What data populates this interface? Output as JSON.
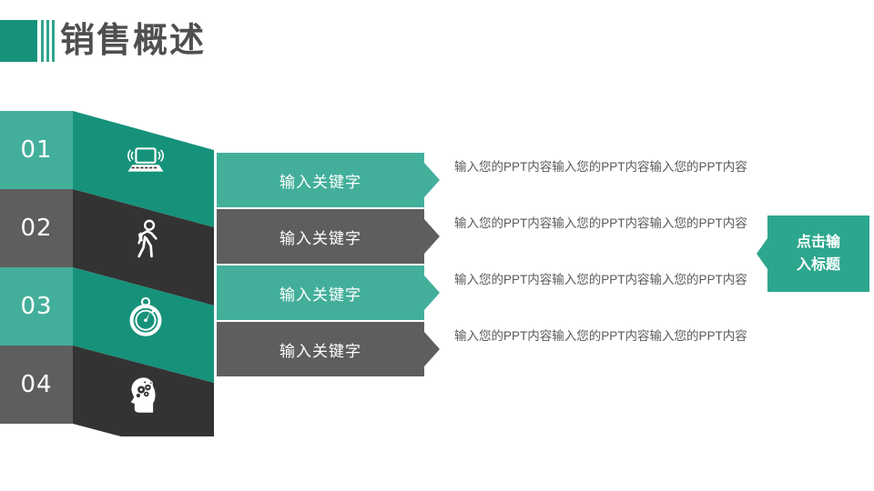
{
  "slide": {
    "title": "销售概述",
    "background_color": "#FFFFFF"
  },
  "theme": {
    "teal_light": "#43AF9B",
    "teal_dark": "#16927A",
    "teal_accent": "#2CA78E",
    "gray_medium": "#5E5E5E",
    "gray_dark": "#333333",
    "title_text": "#4F4F4F",
    "body_text": "#5A5A5A"
  },
  "rows": [
    {
      "number": "01",
      "icon": "laptop-wifi-icon",
      "keyword": "输入关键字",
      "description": "输入您的PPT内容输入您的PPT内容输入您的PPT内容",
      "color": "#43AF9B",
      "icon_panel_color": "#16927A"
    },
    {
      "number": "02",
      "icon": "walking-person-icon",
      "keyword": "输入关键字",
      "description": "输入您的PPT内容输入您的PPT内容输入您的PPT内容",
      "color": "#5E5E5E",
      "icon_panel_color": "#333333"
    },
    {
      "number": "03",
      "icon": "stopwatch-icon",
      "keyword": "输入关键字",
      "description": "输入您的PPT内容输入您的PPT内容输入您的PPT内容",
      "color": "#43AF9B",
      "icon_panel_color": "#16927A"
    },
    {
      "number": "04",
      "icon": "head-gears-icon",
      "keyword": "输入关键字",
      "description": "输入您的PPT内容输入您的PPT内容输入您的PPT内容",
      "color": "#5E5E5E",
      "icon_panel_color": "#333333"
    }
  ],
  "callout": {
    "label": "点击输入标题",
    "color": "#2CA78E"
  }
}
